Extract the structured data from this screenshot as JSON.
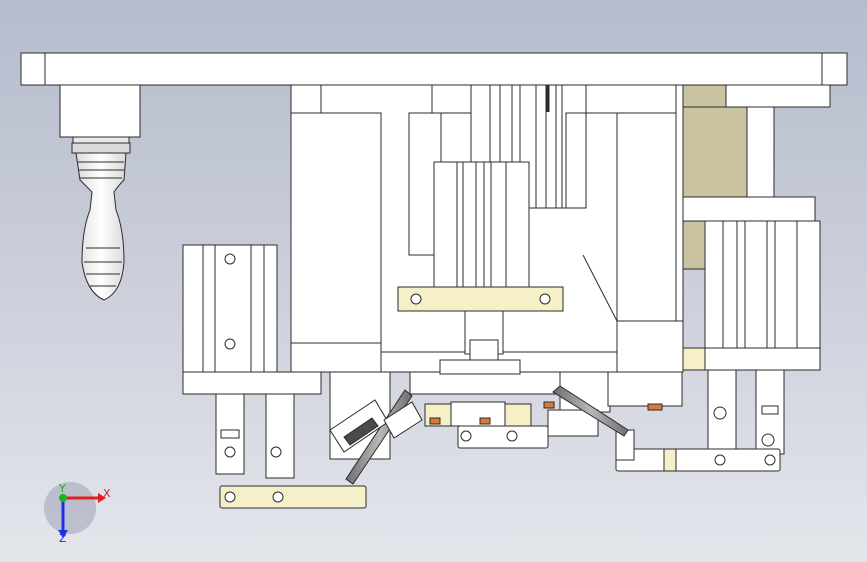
{
  "view": {
    "background_top": "#b6bccd",
    "background_bottom": "#e4e6ec",
    "part_fill": "#ffffff",
    "edge_color": "#2b2b2b",
    "highlight_yellow": "#f6f0c8",
    "khaki_block": "#c9c3a2",
    "orange_accent": "#d9783a",
    "grey_rod": "#8c8c8c"
  },
  "triad": {
    "x_label": "X",
    "y_label": "Y",
    "z_label": "Z",
    "x_color": "#e02020",
    "y_color": "#20b020",
    "z_color": "#2030e0"
  }
}
